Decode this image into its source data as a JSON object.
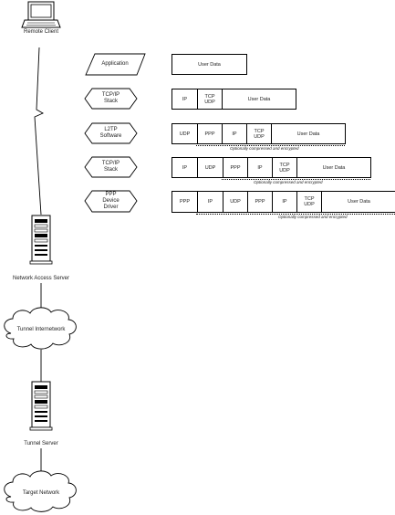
{
  "nodes": {
    "remote_client": "Remote Client",
    "network_access_server": "Network Access Server",
    "tunnel_internetwork": "Tunnel Internetwork",
    "tunnel_server": "Tunnel Server",
    "target_network": "Target Network"
  },
  "layers": [
    {
      "id": "application",
      "label": "Application",
      "cells": [
        "User Data"
      ],
      "note": ""
    },
    {
      "id": "tcpip-stack-1",
      "label": "TCP/IP\nStack",
      "cells": [
        "IP",
        "TCP\nUDP",
        "User Data"
      ],
      "note": ""
    },
    {
      "id": "l2tp-software",
      "label": "L2TP\nSoftware",
      "cells": [
        "UDP",
        "PPP",
        "IP",
        "TCP\nUDP",
        "User Data"
      ],
      "note": "Optionally compressed and encrypted"
    },
    {
      "id": "tcpip-stack-2",
      "label": "TCP/IP\nStack",
      "cells": [
        "IP",
        "UDP",
        "PPP",
        "IP",
        "TCP\nUDP",
        "User Data"
      ],
      "note": "Optionally compressed and encrypted"
    },
    {
      "id": "ppp-device-driver",
      "label": "PPP\nDevice\nDriver",
      "cells": [
        "PPP",
        "IP",
        "UDP",
        "PPP",
        "IP",
        "TCP\nUDP",
        "User Data"
      ],
      "note": "Optionally compressed and encrypted"
    }
  ]
}
